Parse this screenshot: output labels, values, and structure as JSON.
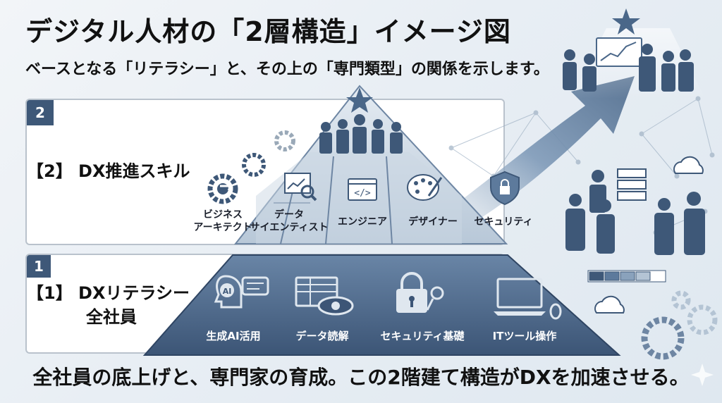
{
  "title": "デジタル人材の「2層構造」イメージ図",
  "subtitle": "ベースとなる「リテラシー」と、その上の「専門類型」の関係を示します。",
  "layer2": {
    "number": "2",
    "label": "【2】 DX推進スキル",
    "roles": [
      {
        "name": "ビジネス\nアーキテクト",
        "icon": "gear-arrow-icon"
      },
      {
        "name": "データ\nサイエンティスト",
        "icon": "chart-magnifier-icon"
      },
      {
        "name": "エンジニア",
        "icon": "code-window-icon"
      },
      {
        "name": "デザイナー",
        "icon": "palette-icon"
      },
      {
        "name": "セキュリティ",
        "icon": "shield-lock-icon"
      }
    ]
  },
  "layer1": {
    "number": "1",
    "label_line1": "【1】 DXリテラシー",
    "label_line2": "全社員",
    "items": [
      {
        "name": "生成AI活用",
        "icon": "ai-head-icon"
      },
      {
        "name": "データ読解",
        "icon": "spreadsheet-eye-icon"
      },
      {
        "name": "セキュリティ基礎",
        "icon": "lock-key-icon"
      },
      {
        "name": "ITツール操作",
        "icon": "laptop-mouse-icon"
      }
    ]
  },
  "bottom_text": "全社員の底上げと、専門家の育成。この2階建て構造がDXを加速させる。",
  "colors": {
    "dark_navy": "#3e5878",
    "pyramid_top": "#dfe7ef",
    "pyramid_base": "#4a6789",
    "accent": "#5d7a9c"
  }
}
